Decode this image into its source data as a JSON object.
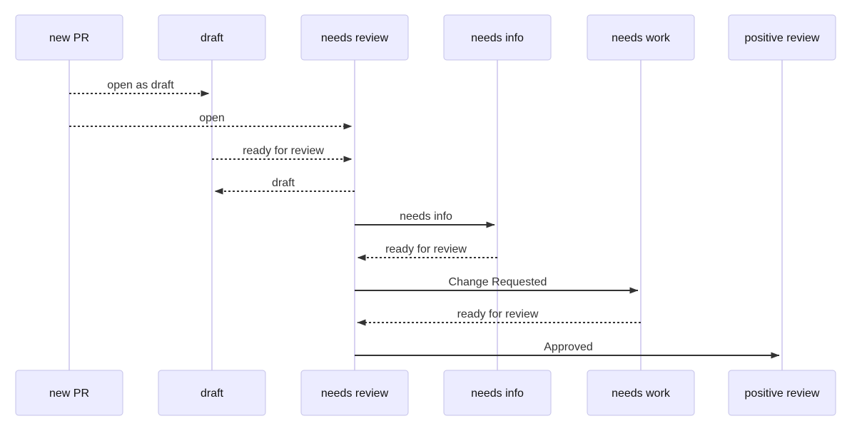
{
  "diagram": {
    "type": "sequence-diagram",
    "participants": [
      {
        "id": "new-pr",
        "label": "new PR"
      },
      {
        "id": "draft",
        "label": "draft"
      },
      {
        "id": "needs-review",
        "label": "needs review"
      },
      {
        "id": "needs-info",
        "label": "needs info"
      },
      {
        "id": "needs-work",
        "label": "needs work"
      },
      {
        "id": "positive-review",
        "label": "positive review"
      }
    ],
    "messages": [
      {
        "from": "new-pr",
        "to": "draft",
        "label": "open as draft",
        "line": "dashed"
      },
      {
        "from": "new-pr",
        "to": "needs-review",
        "label": "open",
        "line": "dashed"
      },
      {
        "from": "draft",
        "to": "needs-review",
        "label": "ready for review",
        "line": "dashed"
      },
      {
        "from": "needs-review",
        "to": "draft",
        "label": "draft",
        "line": "dashed"
      },
      {
        "from": "needs-review",
        "to": "needs-info",
        "label": "needs info",
        "line": "solid"
      },
      {
        "from": "needs-info",
        "to": "needs-review",
        "label": "ready for review",
        "line": "dashed"
      },
      {
        "from": "needs-review",
        "to": "needs-work",
        "label": "Change Requested",
        "line": "solid"
      },
      {
        "from": "needs-work",
        "to": "needs-review",
        "label": "ready for review",
        "line": "dashed"
      },
      {
        "from": "needs-review",
        "to": "positive-review",
        "label": "Approved",
        "line": "solid"
      }
    ],
    "colors": {
      "background": "#ffffff",
      "actor_fill": "#ECECFF",
      "actor_border": "#C5C2E8",
      "actor_text": "#111111",
      "lifeline": "#CBC4EE",
      "message": "#333333"
    }
  }
}
